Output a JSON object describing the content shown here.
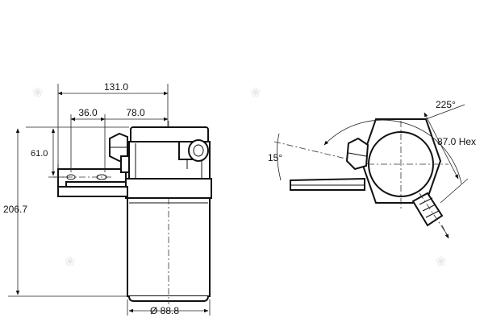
{
  "dimensions": {
    "overall_width": "131.0",
    "inner_offset": "36.0",
    "head_width": "78.0",
    "bracket_height": "61.0",
    "total_height": "206.7",
    "body_diameter": "Ø 88.8",
    "rotation_angle": "225°",
    "bracket_angle": "15°",
    "hex_size": "87.0 Hex"
  },
  "colors": {
    "line": "#111111",
    "watermark": "#e9e9e9"
  }
}
